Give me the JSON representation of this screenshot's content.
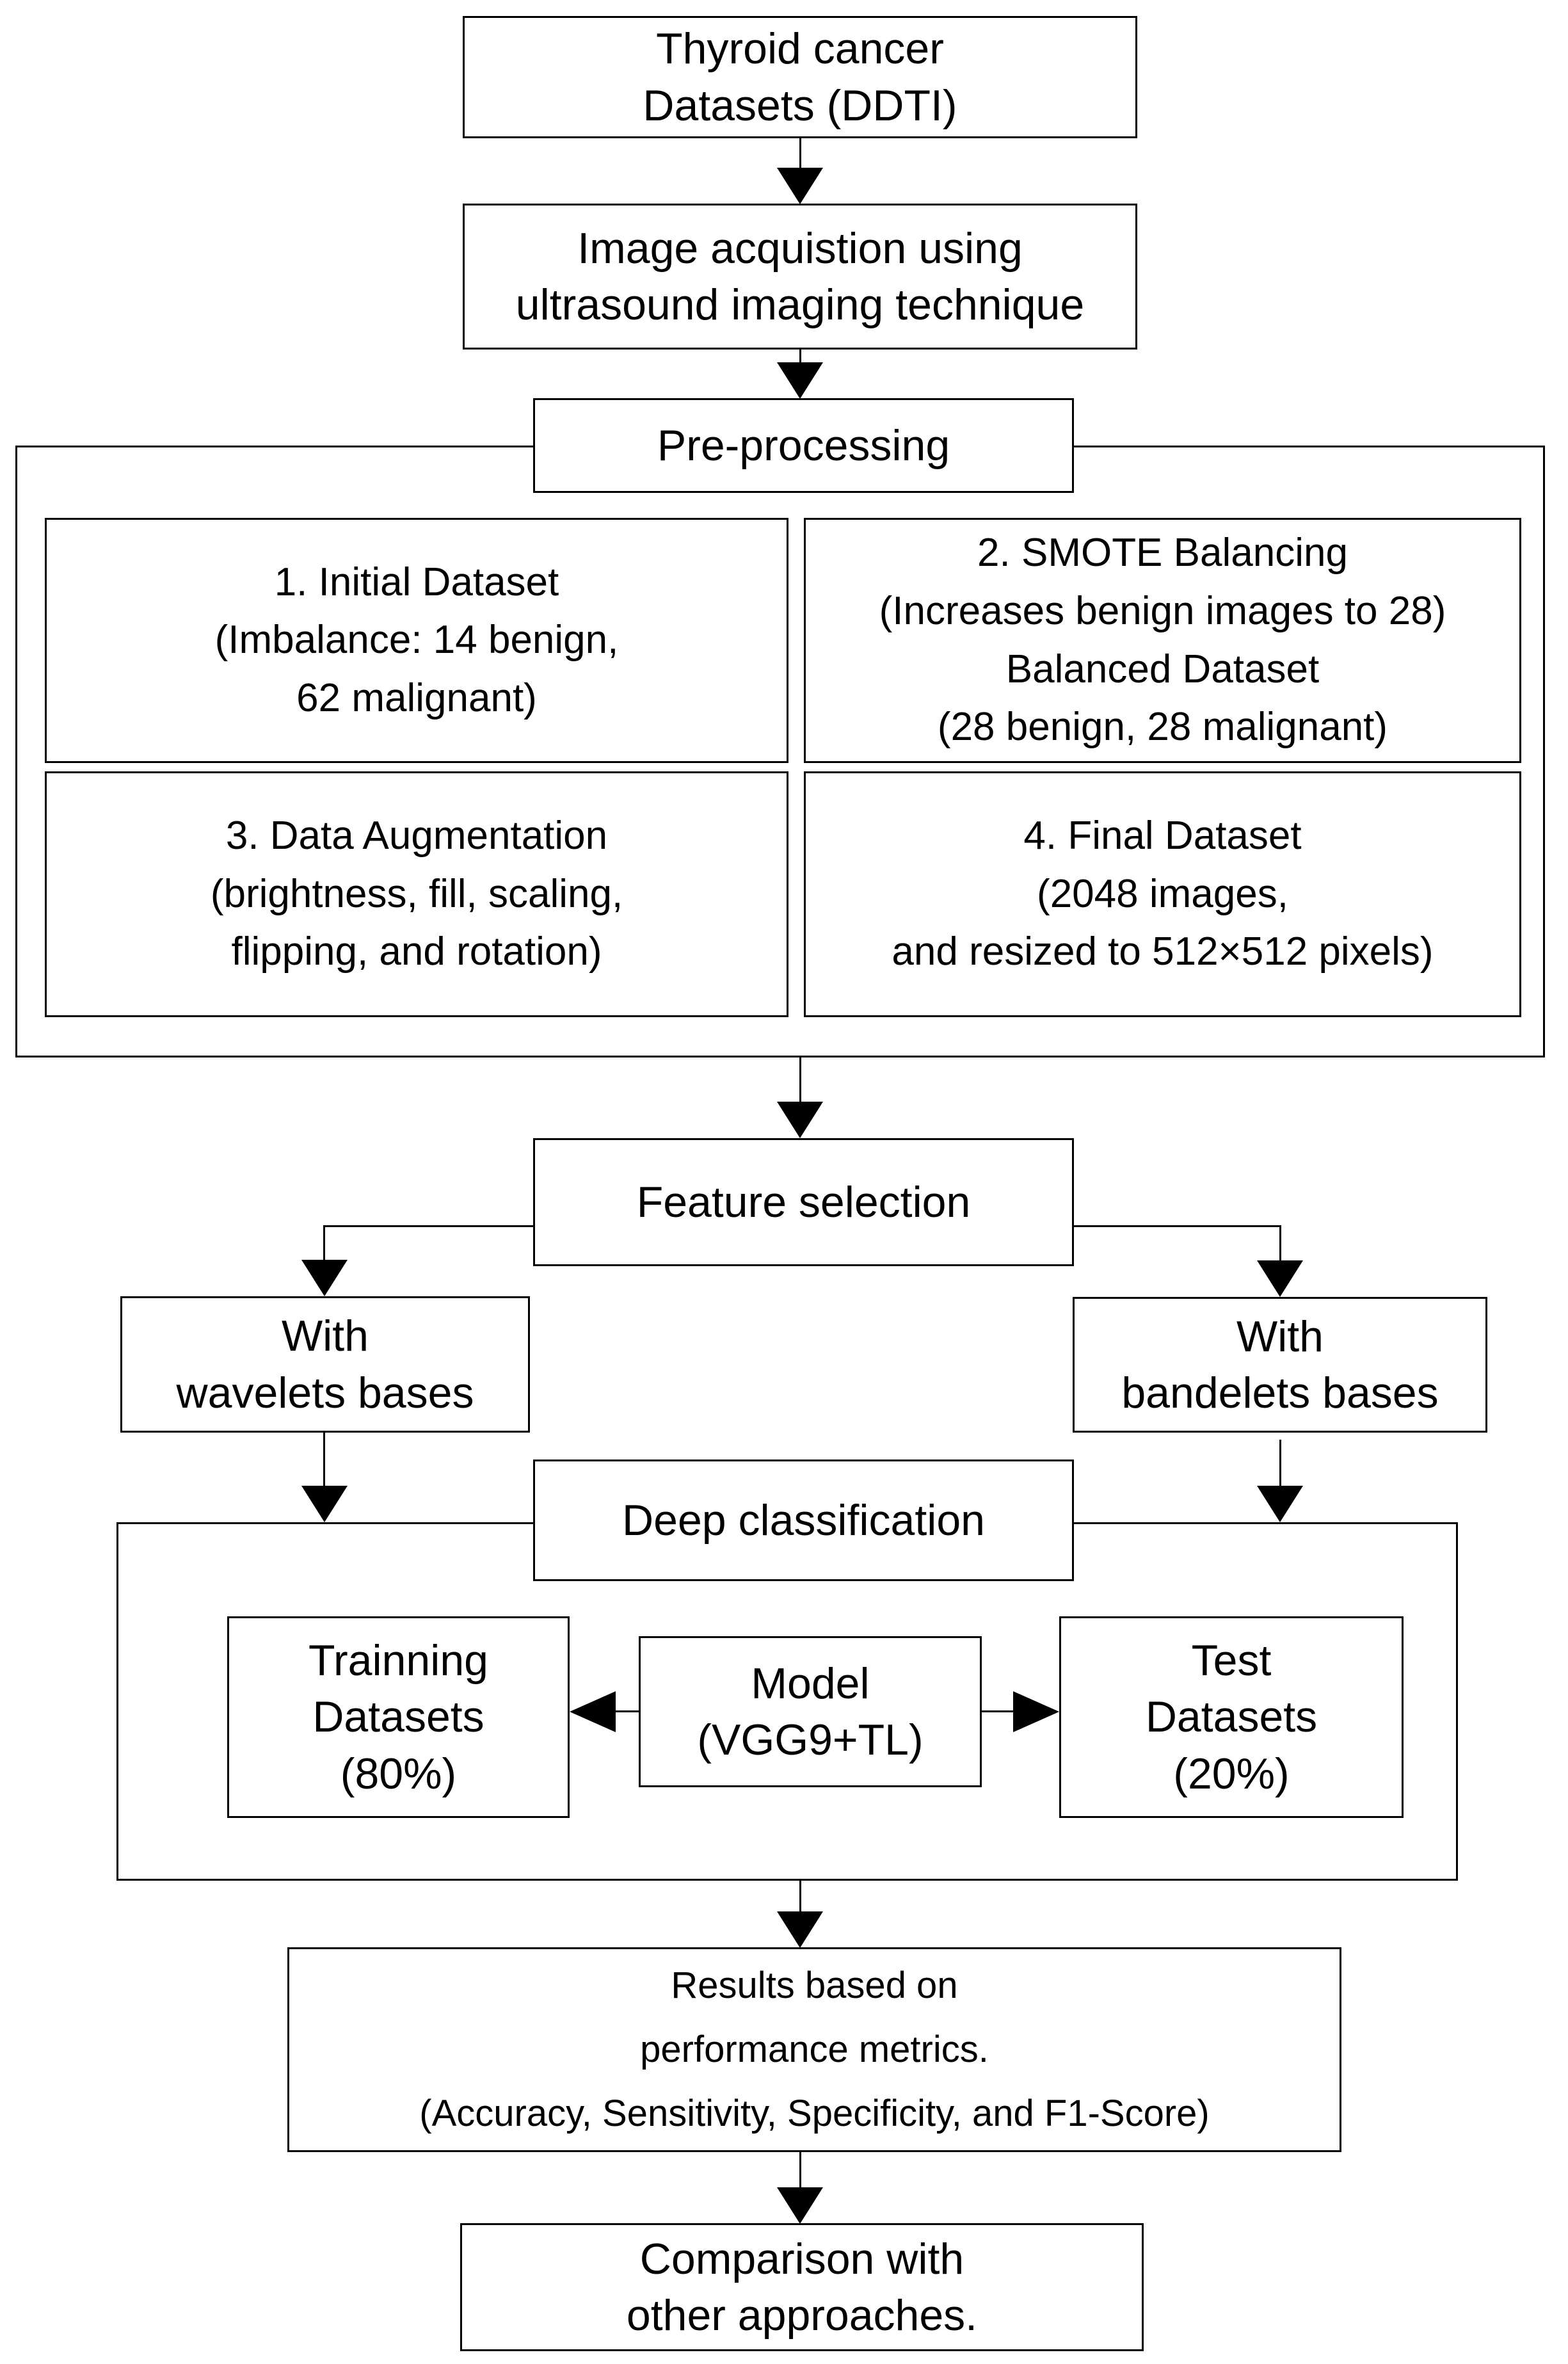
{
  "diagram": {
    "colors": {
      "stroke": "#000000",
      "background": "#ffffff",
      "text": "#000000"
    },
    "nodes": {
      "thyroid": {
        "lines": [
          "Thyroid cancer",
          "Datasets (DDTI)"
        ]
      },
      "acquisition": {
        "lines": [
          "Image acquistion using",
          "ultrasound imaging technique"
        ]
      },
      "preprocessing": {
        "label": "Pre-processing"
      },
      "initial_dataset": {
        "lines": [
          "1. Initial Dataset",
          "(Imbalance: 14 benign,",
          "62 malignant)"
        ]
      },
      "smote": {
        "lines": [
          "2. SMOTE Balancing",
          "(Increases benign images to 28)",
          "Balanced Dataset",
          "(28 benign, 28 malignant)"
        ]
      },
      "augmentation": {
        "lines": [
          "3. Data Augmentation",
          "(brightness, fill, scaling,",
          "flipping, and rotation)"
        ]
      },
      "final_dataset": {
        "lines": [
          "4. Final Dataset",
          "(2048 images,",
          "and resized to 512×512 pixels)"
        ]
      },
      "feature_selection": {
        "label": "Feature selection"
      },
      "wavelets": {
        "lines": [
          "With",
          "wavelets bases"
        ]
      },
      "bandelets": {
        "lines": [
          "With",
          "bandelets bases"
        ]
      },
      "deep_classification": {
        "label": "Deep classification"
      },
      "training": {
        "lines": [
          "Trainning",
          "Datasets",
          "(80%)"
        ]
      },
      "model": {
        "lines": [
          "Model",
          "(VGG9+TL)"
        ]
      },
      "test": {
        "lines": [
          "Test",
          "Datasets",
          "(20%)"
        ]
      },
      "results": {
        "lines": [
          "Results based on",
          "performance metrics.",
          "(Accuracy, Sensitivity, Specificity, and F1-Score)"
        ]
      },
      "comparison": {
        "lines": [
          "Comparison with",
          "other approaches."
        ]
      }
    }
  }
}
